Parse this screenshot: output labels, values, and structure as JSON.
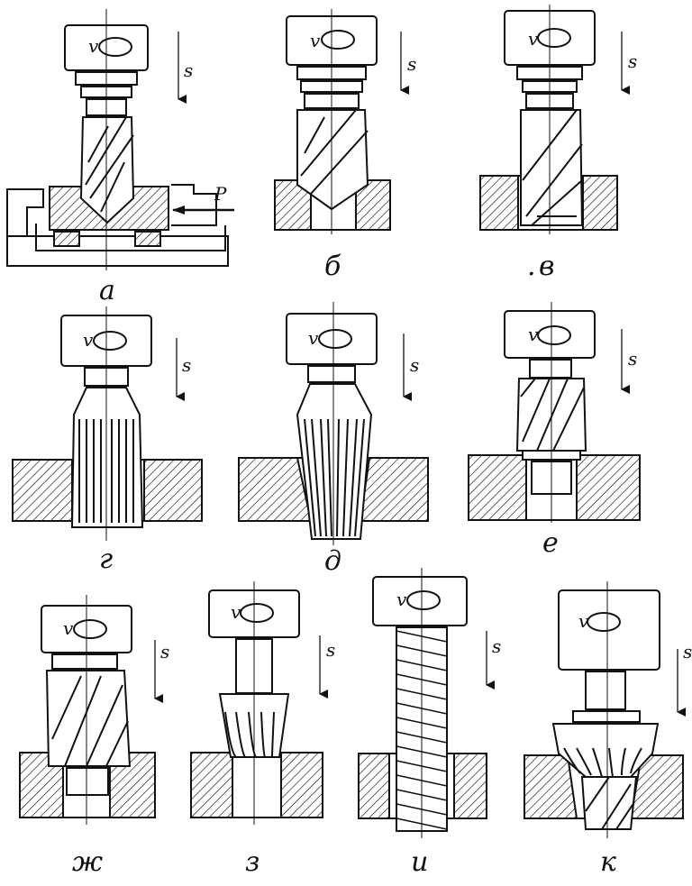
{
  "common": {
    "speed_symbol": "v",
    "feed_symbol": "s"
  },
  "panels": [
    {
      "id": "a",
      "label": "а",
      "tool": "drilling in fixture",
      "force_label": "P"
    },
    {
      "id": "b",
      "label": "б",
      "tool": "drilling"
    },
    {
      "id": "v",
      "label": "в",
      "tool": "drilling through"
    },
    {
      "id": "g",
      "label": "г",
      "tool": "straight reamer"
    },
    {
      "id": "d",
      "label": "д",
      "tool": "tapered reamer"
    },
    {
      "id": "e",
      "label": "е",
      "tool": "piloted counterbore"
    },
    {
      "id": "zh",
      "label": "ж",
      "tool": "counterbore"
    },
    {
      "id": "z",
      "label": "з",
      "tool": "countersink"
    },
    {
      "id": "i",
      "label": "и",
      "tool": "tap"
    },
    {
      "id": "k",
      "label": "к",
      "tool": "combined countersink"
    }
  ],
  "colors": {
    "ink": "#111111",
    "paper": "#ffffff"
  }
}
